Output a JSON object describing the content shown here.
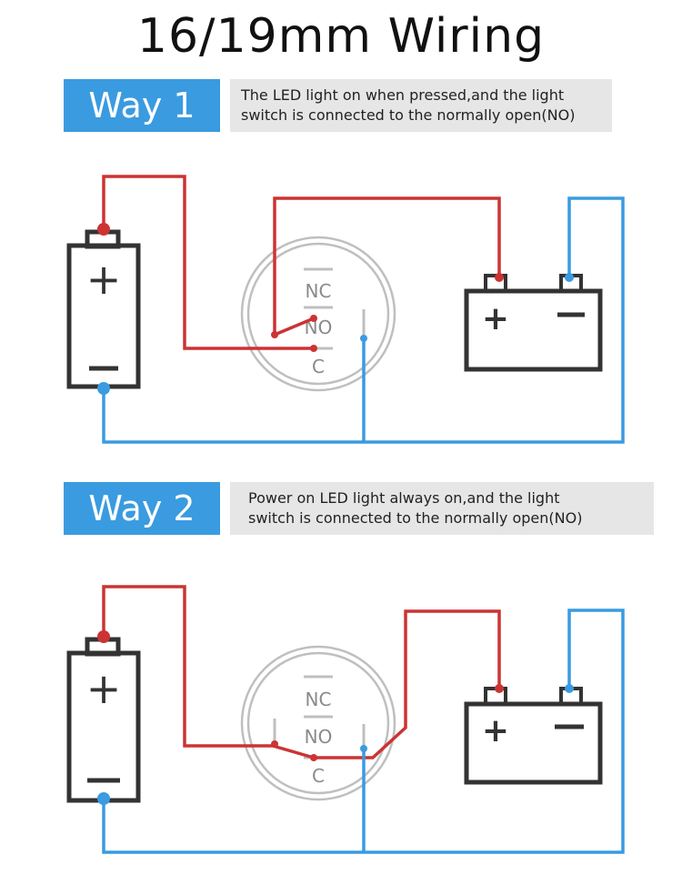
{
  "title": "16/19mm Wiring",
  "colors": {
    "positive_wire": "#cc3333",
    "negative_wire": "#3a9be0",
    "badge": "#3a9be0",
    "desc_bg": "#e6e6e6",
    "outline": "#333333"
  },
  "ways": [
    {
      "label": "Way 1",
      "description_lines": [
        "The LED light on when pressed,and the light",
        "switch is connected to the normally open(NO)"
      ]
    },
    {
      "label": "Way 2",
      "description_lines": [
        "Power on LED light always on,and the light",
        "switch is connected to the normally open(NO)"
      ]
    }
  ],
  "switch_terminals": {
    "nc": "NC",
    "no": "NO",
    "c": "C"
  },
  "battery_symbols": {
    "plus": "+",
    "minus": "−"
  }
}
